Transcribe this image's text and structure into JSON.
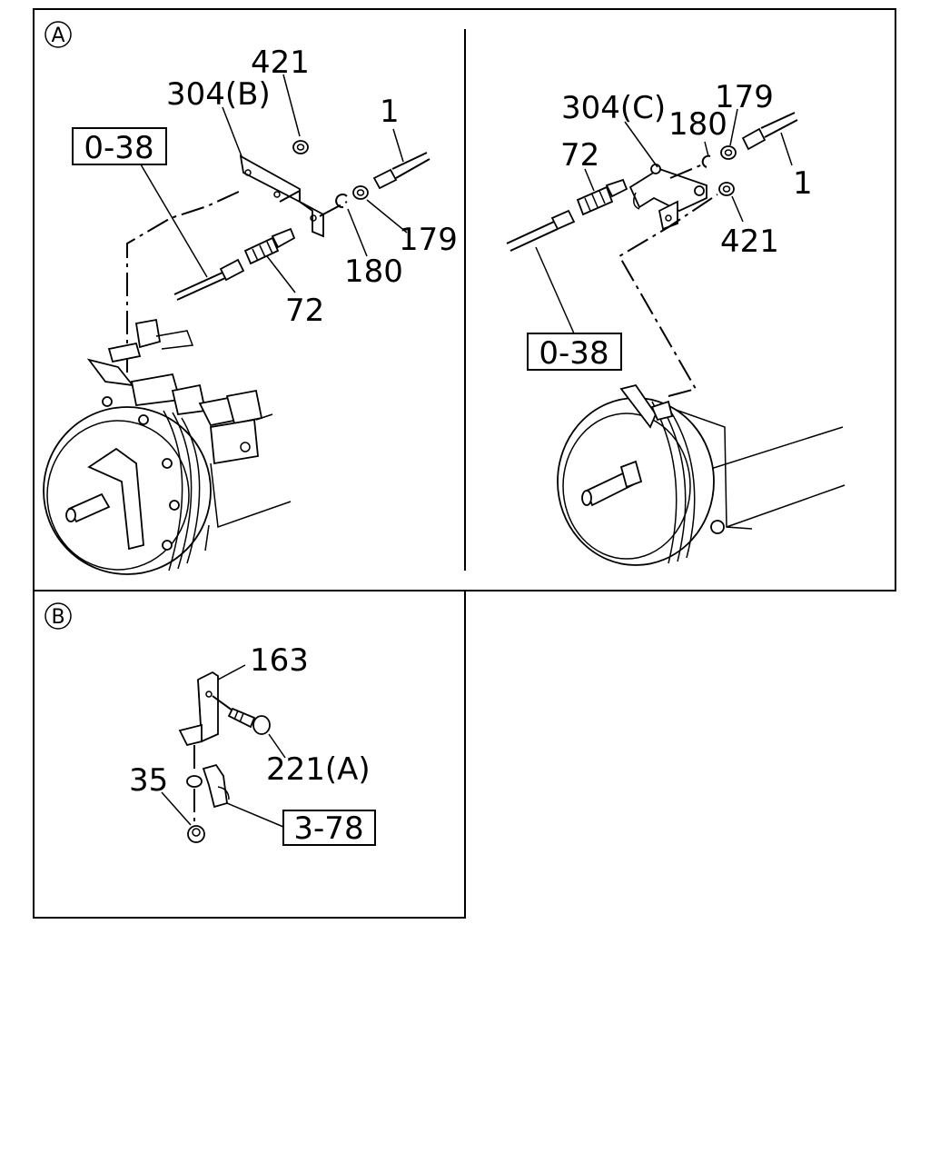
{
  "panel_a": {
    "marker": "A",
    "left": {
      "ref_box": "0-38",
      "labels": {
        "p421": "421",
        "p304": "304(B)",
        "p1": "1",
        "p179": "179",
        "p180": "180",
        "p72": "72"
      }
    },
    "right": {
      "ref_box": "0-38",
      "labels": {
        "p304": "304(C)",
        "p179": "179",
        "p180": "180",
        "p72": "72",
        "p1": "1",
        "p421": "421"
      }
    }
  },
  "panel_b": {
    "marker": "B",
    "ref_box": "3-78",
    "labels": {
      "p163": "163",
      "p221": "221(A)",
      "p35": "35"
    }
  }
}
